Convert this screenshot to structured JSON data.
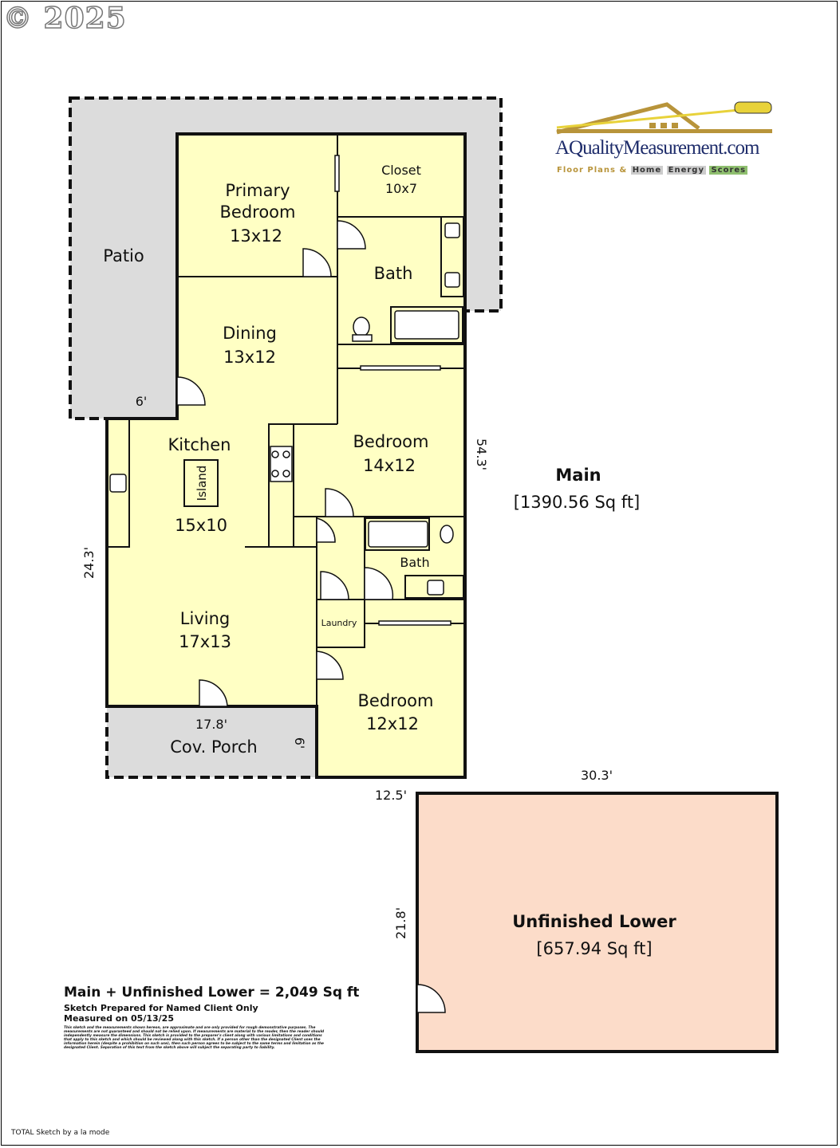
{
  "copyright": "© 2025",
  "logo": {
    "name": "AQualityMeasurement.com",
    "tagline_prefix": "Floor Plans &",
    "tagline_words": [
      "Home",
      "Energy",
      "Scores"
    ]
  },
  "rooms": {
    "patio": "Patio",
    "primary_bedroom": [
      "Primary",
      "Bedroom",
      "13x12"
    ],
    "closet": [
      "Closet",
      "10x7"
    ],
    "bath1": "Bath",
    "dining": [
      "Dining",
      "13x12"
    ],
    "kitchen": [
      "Kitchen",
      "15x10"
    ],
    "island": "Island",
    "bedroom2": [
      "Bedroom",
      "14x12"
    ],
    "bath2": "Bath",
    "laundry": "Laundry",
    "living": [
      "Living",
      "17x13"
    ],
    "bedroom3": [
      "Bedroom",
      "12x12"
    ],
    "porch": "Cov. Porch"
  },
  "dimensions": {
    "patio_width": "6'",
    "main_height": "54.3'",
    "left_height": "24.3'",
    "porch_width": "17.8'",
    "porch_depth": "6'",
    "lower_width": "30.3'",
    "lower_offset": "12.5'",
    "lower_height": "21.8'"
  },
  "areas": {
    "main_label": "Main",
    "main_area": "[1390.56 Sq ft]",
    "lower_label": "Unfinished Lower",
    "lower_area": "[657.94 Sq ft]"
  },
  "summary": {
    "total": "Main + Unfinished Lower = 2,049 Sq ft",
    "prepared": "Sketch Prepared for Named Client Only",
    "measured": "Measured on 05/13/25",
    "disclaimer": "This sketch and the measurements shown hereon, are approximate and are only provided for rough demonstrative purposes. The measurements are not guaranteed and should not be relied upon. If measurements are material to the reader, then the reader should independently measure the dimensions. This sketch is provided to the preparer's client along with various limitations and conditions that apply to this sketch and which should be reviewed along with this sketch. If a person other than the designated Client uses the information herein (despite a prohibition on such use), then such person agrees to be subject to the same terms and limitation as the designated Client. Separation of this text from the sketch above will subject the separating party to liability."
  },
  "footer": "TOTAL Sketch by a la mode",
  "colors": {
    "living": "#ffffc4",
    "outdoor": "#dcdcdc",
    "lower": "#fcdcc9",
    "logo_gold": "#b8943a",
    "logo_blue": "#1f2d6b"
  }
}
